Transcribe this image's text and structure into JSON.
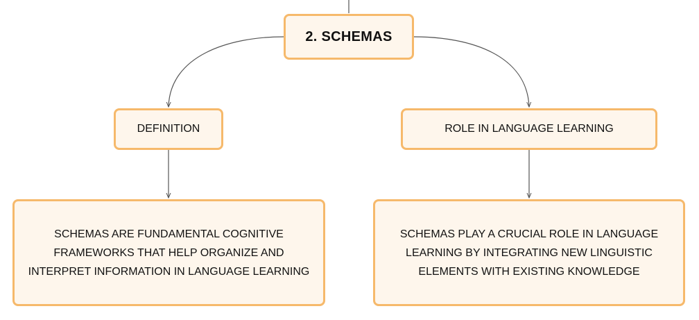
{
  "nodes": {
    "root": "2. SCHEMAS",
    "definition": "DEFINITION",
    "role": "ROLE IN LANGUAGE LEARNING",
    "definition_text": "SCHEMAS ARE FUNDAMENTAL COGNITIVE FRAMEWORKS THAT HELP ORGANIZE AND INTERPRET INFORMATION IN LANGUAGE LEARNING",
    "role_text": "SCHEMAS PLAY A CRUCIAL ROLE IN LANGUAGE LEARNING BY INTEGRATING NEW LINGUISTIC ELEMENTS WITH EXISTING KNOWLEDGE"
  },
  "colors": {
    "node_fill": "#fef6ec",
    "node_border": "#f6b96b",
    "connector": "#555555"
  }
}
